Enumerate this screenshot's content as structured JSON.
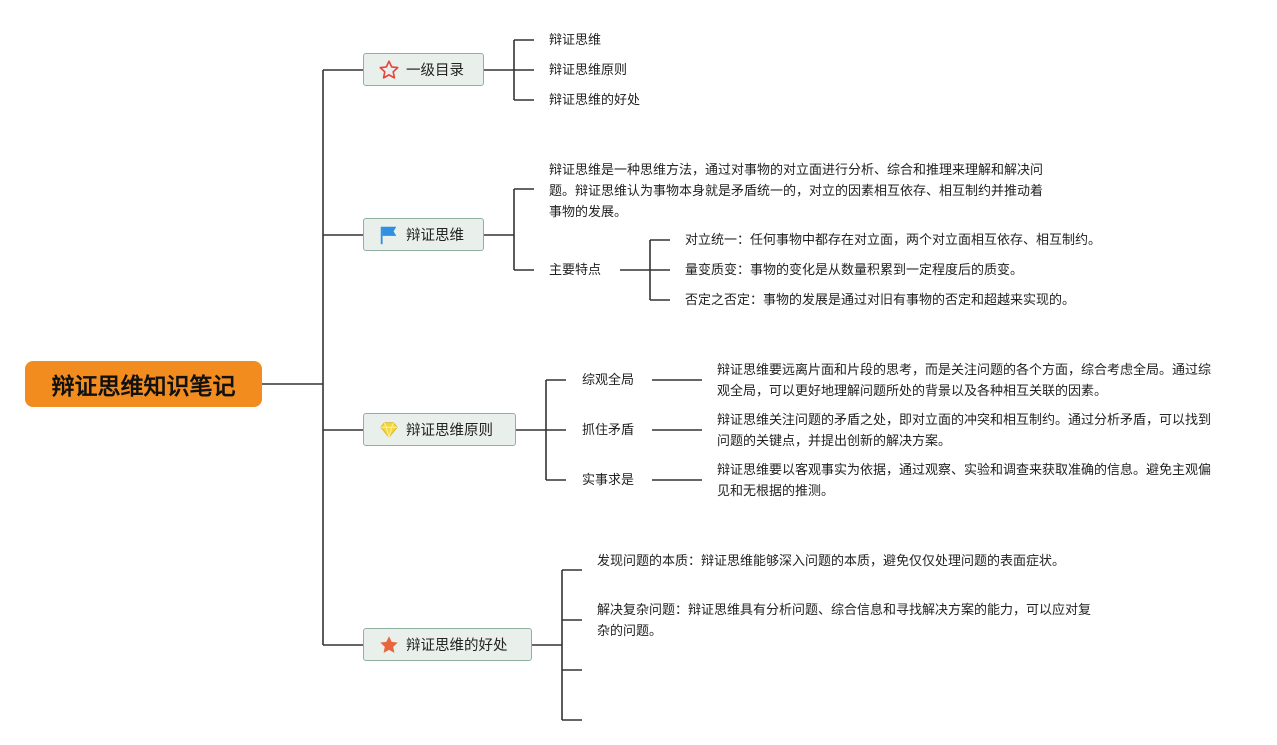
{
  "root": {
    "title": "辩证思维知识笔记"
  },
  "branches": [
    {
      "label": "一级目录",
      "icon": "star-outline-icon",
      "children": [
        "辩证思维",
        "辩证思维原则",
        "辩证思维的好处"
      ]
    },
    {
      "label": "辩证思维",
      "icon": "flag-icon",
      "definition": "辩证思维是一种思维方法，通过对事物的对立面进行分析、综合和推理来理解和解决问题。辩证思维认为事物本身就是矛盾统一的，对立的因素相互依存、相互制约并推动着事物的发展。",
      "features_label": "主要特点",
      "features": [
        "对立统一：任何事物中都存在对立面，两个对立面相互依存、相互制约。",
        "量变质变：事物的变化是从数量积累到一定程度后的质变。",
        "否定之否定：事物的发展是通过对旧有事物的否定和超越来实现的。"
      ]
    },
    {
      "label": "辩证思维原则",
      "icon": "gem-icon",
      "principles": [
        {
          "name": "综观全局",
          "desc": "辩证思维要远离片面和片段的思考，而是关注问题的各个方面，综合考虑全局。通过综观全局，可以更好地理解问题所处的背景以及各种相互关联的因素。"
        },
        {
          "name": "抓住矛盾",
          "desc": "辩证思维关注问题的矛盾之处，即对立面的冲突和相互制约。通过分析矛盾，可以找到问题的关键点，并提出创新的解决方案。"
        },
        {
          "name": "实事求是",
          "desc": "辩证思维要以客观事实为依据，通过观察、实验和调查来获取准确的信息。避免主观偏见和无根据的推测。"
        }
      ]
    },
    {
      "label": "辩证思维的好处",
      "icon": "star-filled-icon",
      "benefits": [
        "发现问题的本质：辩证思维能够深入问题的本质，避免仅仅处理问题的表面症状。",
        "解决复杂问题：辩证思维具有分析问题、综合信息和寻找解决方案的能力，可以应对复杂的问题。"
      ]
    }
  ],
  "colors": {
    "root_bg": "#f28c1e",
    "branch_bg": "#e9f0ec",
    "branch_border": "#8fb1a1",
    "line": "#333333",
    "star_outline": "#e8453c",
    "flag": "#2f8fe0",
    "gem": "#f2d640",
    "star_filled": "#e8663c"
  }
}
